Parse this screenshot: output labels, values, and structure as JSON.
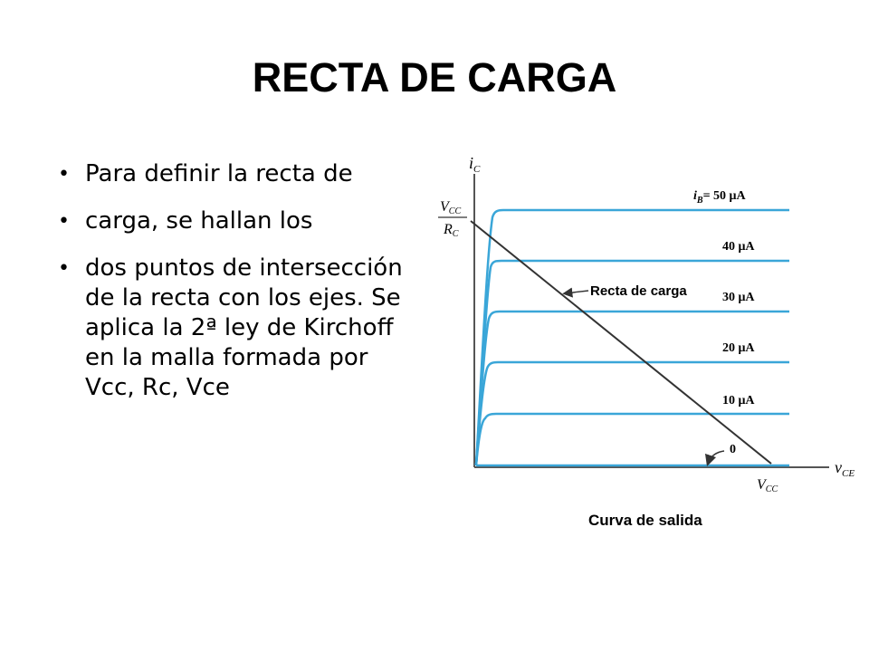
{
  "slide": {
    "title": "RECTA DE CARGA",
    "bullets": [
      "Para definir la recta de",
      "carga, se hallan los",
      "dos puntos de intersección de la recta con los ejes. Se aplica la 2ª ley de Kirchoff en la malla formada por Vcc, Rc, Vce"
    ]
  },
  "diagram": {
    "y_axis_label": "i",
    "y_axis_sub": "C",
    "x_axis_label": "v",
    "x_axis_sub": "CE",
    "y_intercept_num": "V",
    "y_intercept_num_sub": "CC",
    "y_intercept_den": "R",
    "y_intercept_den_sub": "C",
    "x_intercept": "V",
    "x_intercept_sub": "CC",
    "load_line_label": "Recta de carga",
    "curve_labels": [
      "i",
      "B",
      "= 50 μA",
      "40 μA",
      "30 μA",
      "20 μA",
      "10 μA",
      "0"
    ],
    "caption": "Curva de salida",
    "colors": {
      "curves": "#3aa6d8",
      "axes": "#555555",
      "load_line": "#333333"
    }
  }
}
